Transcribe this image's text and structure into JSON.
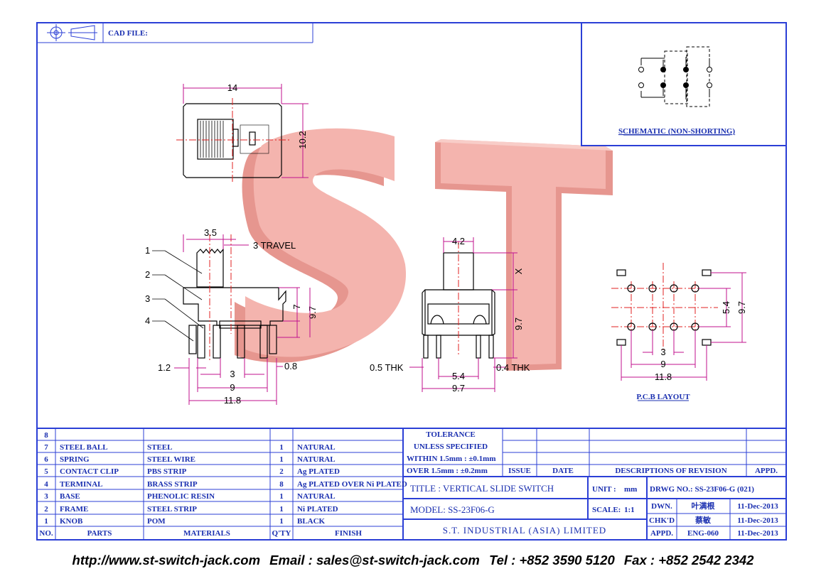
{
  "header": {
    "cad_label": "CAD FILE:"
  },
  "watermark": {
    "text": "ST",
    "color": "#f2a9a3"
  },
  "schematic": {
    "caption": "SCHEMATIC (NON-SHORTING)"
  },
  "top_view": {
    "width": "14",
    "height": "10.2"
  },
  "side_view": {
    "knob_width": "3.5",
    "travel": "3 TRAVEL",
    "height_7": "7",
    "height_97": "9.7",
    "pin_width": "1.2",
    "pin_thk": "0.8",
    "pitch": "3",
    "span_9": "9",
    "span_118": "11.8",
    "callouts": [
      "1",
      "2",
      "3",
      "4"
    ]
  },
  "end_view": {
    "knob_width": "4.2",
    "knob_height": "X",
    "height": "9.7",
    "thk_left": "0.5 THK",
    "thk_right": "0.4 THK",
    "inner": "5.4",
    "outer": "9.7"
  },
  "pcb": {
    "caption": "P.C.B LAYOUT",
    "row_spacing": "5.4",
    "height": "9.7",
    "pitch": "3",
    "span_9": "9",
    "span_118": "11.8"
  },
  "bom": {
    "headers": {
      "no": "NO.",
      "parts": "PARTS",
      "materials": "MATERIALS",
      "qty": "Q'TY",
      "finish": "FINISH"
    },
    "rows": [
      {
        "no": "8",
        "part": "",
        "material": "",
        "qty": "",
        "finish": ""
      },
      {
        "no": "7",
        "part": "STEEL BALL",
        "material": "STEEL",
        "qty": "1",
        "finish": "NATURAL"
      },
      {
        "no": "6",
        "part": "SPRING",
        "material": "STEEL WIRE",
        "qty": "1",
        "finish": "NATURAL"
      },
      {
        "no": "5",
        "part": "CONTACT CLIP",
        "material": "PBS STRIP",
        "qty": "2",
        "finish": "Ag PLATED"
      },
      {
        "no": "4",
        "part": "TERMINAL",
        "material": "BRASS STRIP",
        "qty": "8",
        "finish": "Ag PLATED OVER Ni PLATED"
      },
      {
        "no": "3",
        "part": "BASE",
        "material": "PHENOLIC RESIN",
        "qty": "1",
        "finish": "NATURAL"
      },
      {
        "no": "2",
        "part": "FRAME",
        "material": "STEEL STRIP",
        "qty": "1",
        "finish": "Ni PLATED"
      },
      {
        "no": "1",
        "part": "KNOB",
        "material": "POM",
        "qty": "1",
        "finish": "BLACK"
      }
    ]
  },
  "tolerance": {
    "title": "TOLERANCE",
    "subtitle": "UNLESS  SPECIFIED",
    "line1": "WITHIN 1.5mm : ±0.1mm",
    "line2": "OVER 1.5mm : ±0.2mm"
  },
  "revision": {
    "issue": "ISSUE",
    "date": "DATE",
    "description": "DESCRIPTIONS OF REVISION",
    "appd": "APPD."
  },
  "title_block": {
    "title": "TITLE : VERTICAL SLIDE SWITCH",
    "model": "MODEL: SS-23F06-G",
    "company": "S.T. INDUSTRIAL (ASIA) LIMITED",
    "unit_label": "UNIT :",
    "unit": "mm",
    "scale_label": "SCALE:",
    "scale": "1:1",
    "drwg": "DRWG NO.: SS-23F06-G (021)",
    "dwn_label": "DWN.",
    "dwn_name": "叶满根",
    "dwn_date": "11-Dec-2013",
    "chkd_label": "CHK'D",
    "chkd_name": "蔡敏",
    "chkd_date": "11-Dec-2013",
    "appd_label": "APPD.",
    "appd_name": "ENG-060",
    "appd_date": "11-Dec-2013"
  },
  "footer": {
    "website": "http://www.st-switch-jack.com",
    "email": "Email : sales@st-switch-jack.com",
    "tel": "Tel : +852 3590 5120",
    "fax": "Fax : +852 2542 2342"
  }
}
